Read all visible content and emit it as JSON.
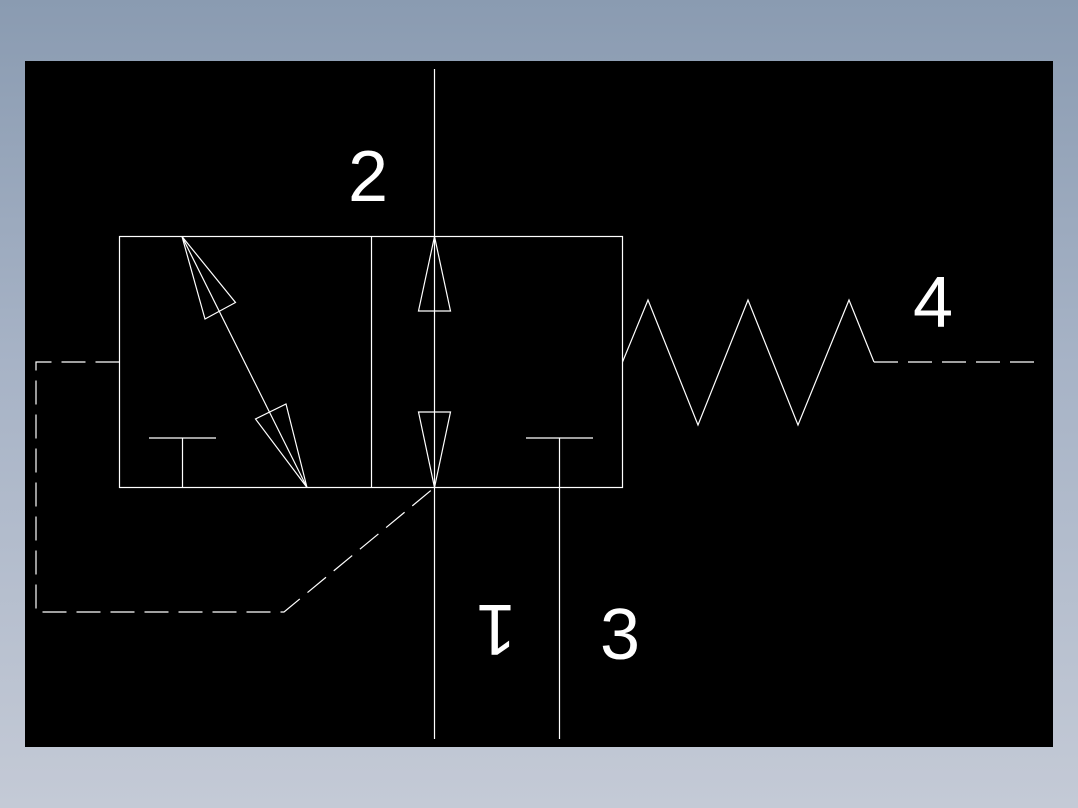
{
  "diagram": {
    "colors": {
      "background": "#000000",
      "line": "#ffffff"
    },
    "labels": {
      "port_2": "2",
      "port_4": "4",
      "port_1": "1",
      "port_3": "3"
    }
  }
}
